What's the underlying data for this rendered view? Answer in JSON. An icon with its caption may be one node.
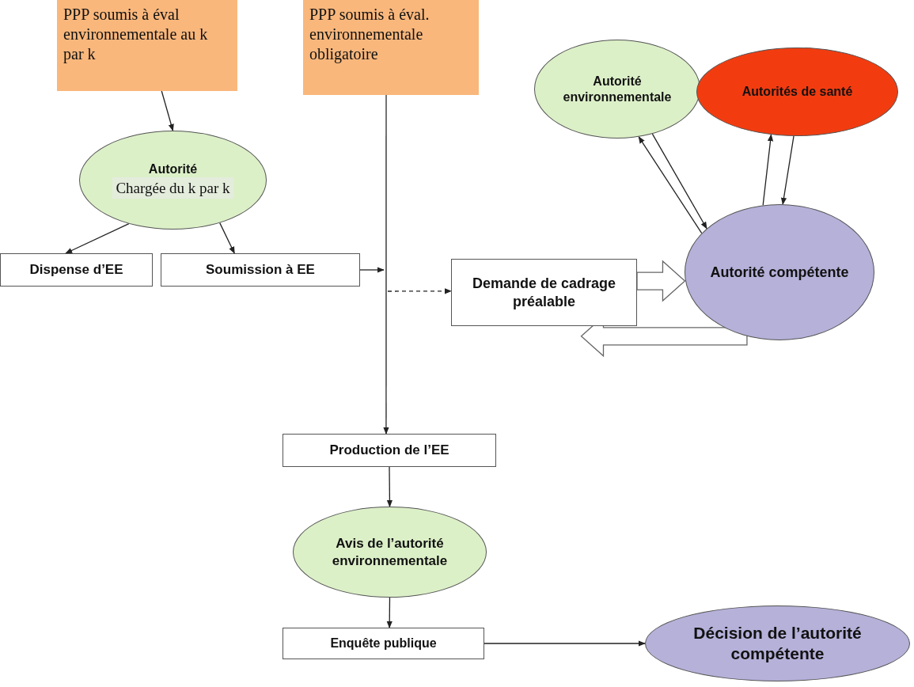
{
  "diagram": {
    "nodes": [
      {
        "text": [
          "PPP soumis à éval environnementale au k par k"
        ]
      },
      {
        "text": [
          "PPP soumis à éval. environnementale obligatoire"
        ]
      },
      {
        "text": [
          "Autorité environnementale"
        ]
      },
      {
        "text": [
          "Autorités de santé"
        ]
      },
      {
        "text": [
          "Autorité",
          "Chargée du k par k"
        ]
      },
      {
        "text": [
          "Dispense d’EE"
        ]
      },
      {
        "text": [
          "Soumission à EE"
        ]
      },
      {
        "text": [
          "Demande de cadrage préalable"
        ]
      },
      {
        "text": [
          "Autorité compétente"
        ]
      },
      {
        "text": [
          "Production de l’EE"
        ]
      },
      {
        "text": [
          "Avis de l’autorité environnementale"
        ]
      },
      {
        "text": [
          "Enquête publique"
        ]
      },
      {
        "text": [
          "Décision de l’autorité compétente"
        ]
      }
    ],
    "edges": [
      {
        "from": 0,
        "to": 4,
        "arrow": "to"
      },
      {
        "from": 4,
        "to": 5,
        "arrow": "to"
      },
      {
        "from": 4,
        "to": 6,
        "arrow": "to"
      },
      {
        "from": 6,
        "to": null,
        "arrow": "to"
      },
      {
        "from": 1,
        "to": 9,
        "arrow": "to"
      },
      {
        "from": null,
        "to": 7,
        "arrow": "to",
        "style": "dashed"
      },
      {
        "from": 7,
        "to": 8,
        "arrow": "to",
        "style": "thick"
      },
      {
        "from": 8,
        "to": 7,
        "arrow": "to",
        "style": "thick"
      },
      {
        "from": 8,
        "to": 2,
        "arrow": "to"
      },
      {
        "from": 2,
        "to": 8,
        "arrow": "to"
      },
      {
        "from": 8,
        "to": 3,
        "arrow": "to"
      },
      {
        "from": 3,
        "to": 8,
        "arrow": "to"
      },
      {
        "from": 9,
        "to": 10,
        "arrow": "to"
      },
      {
        "from": 10,
        "to": 11,
        "arrow": "to"
      },
      {
        "from": 11,
        "to": 12,
        "arrow": "to"
      }
    ]
  }
}
